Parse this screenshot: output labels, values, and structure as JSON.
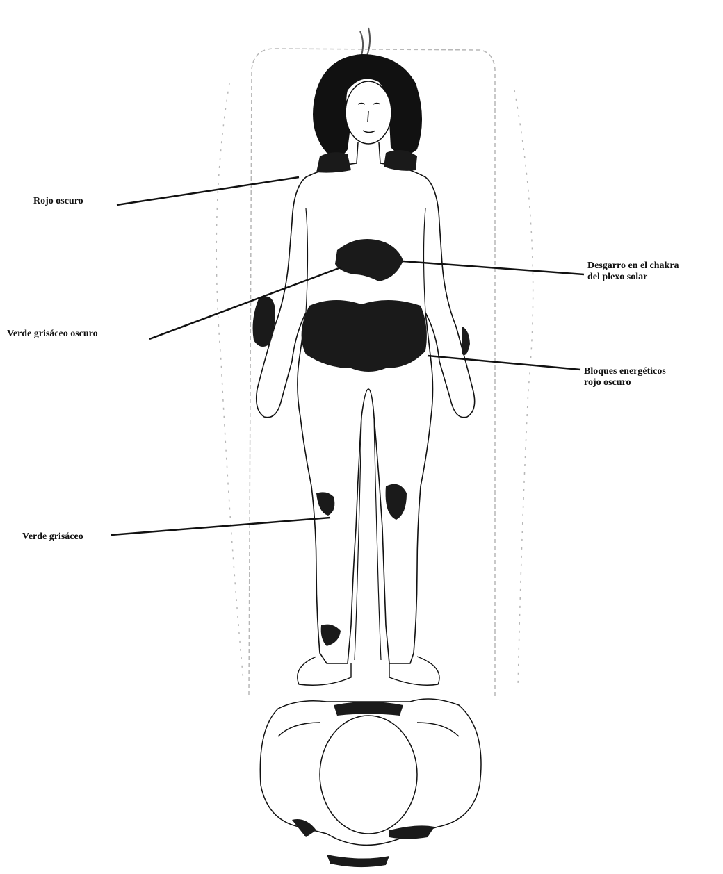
{
  "labels": {
    "rojo_oscuro": "Rojo oscuro",
    "verde_grisaceo_oscuro": "Verde grisáceo oscuro",
    "verde_grisaceo": "Verde grisáceo",
    "desgarro": {
      "line1": "Desgarro en el chakra",
      "line2": "del plexo solar"
    },
    "bloques": {
      "line1": "Bloques energéticos",
      "line2": "rojo oscuro"
    }
  },
  "colors": {
    "ink": "#111111",
    "patch": "#1a1a1a",
    "background": "#ffffff"
  }
}
